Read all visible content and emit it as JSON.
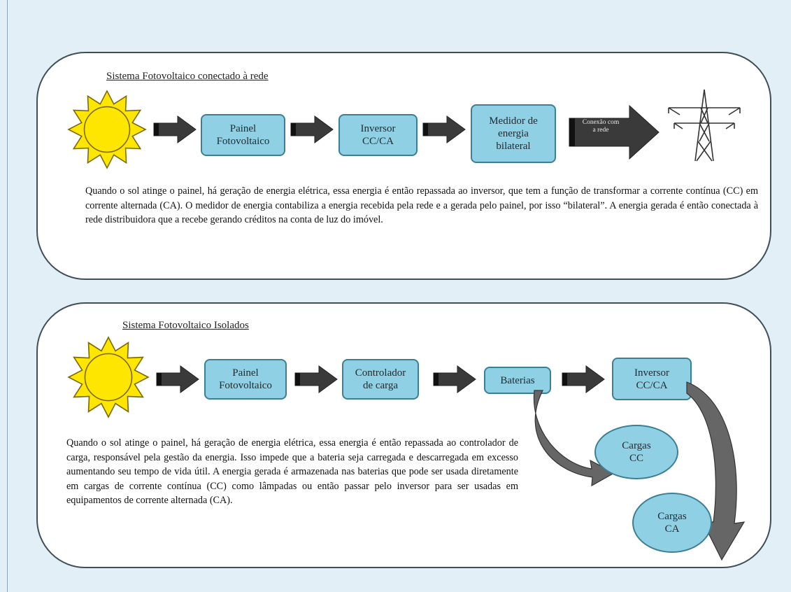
{
  "colors": {
    "background": "#e2eff6",
    "box_fill": "#8fd0e4",
    "box_border": "#3c7f94",
    "sun_fill": "#ffe600",
    "arrow": "#3a3a3a"
  },
  "grid": {
    "title": "Sistema Fotovoltaico  conectado à rede",
    "sun_icon": "sun-icon",
    "nodes": [
      "Painel\nFotovoltaico",
      "Inversor\nCC/CA",
      "Medidor de\nenergia\nbilateral"
    ],
    "connection_label": "Conexão com\na rede",
    "tower_icon": "transmission-tower-icon",
    "description": "Quando o sol atinge o painel, há geração de energia elétrica, essa energia é então repassada ao inversor, que tem a função de transformar a corrente contínua (CC) em corrente alternada (CA). O medidor de energia contabiliza a energia recebida pela rede e a gerada pelo painel, por isso “bilateral”. A energia gerada é então conectada à rede distribuidora que a recebe gerando créditos na conta de luz do imóvel."
  },
  "isolated": {
    "title": "Sistema Fotovoltaico  Isolados",
    "sun_icon": "sun-icon",
    "nodes": [
      "Painel\nFotovoltaico",
      "Controlador\nde carga",
      "Baterias",
      "Inversor\nCC/CA"
    ],
    "loads": [
      "Cargas\nCC",
      "Cargas\nCA"
    ],
    "description": "Quando o sol atinge o painel, há geração de energia elétrica, essa energia é então repassada ao controlador de carga, responsável pela gestão da energia. Isso impede que a bateria seja carregada e descarregada em excesso aumentando seu tempo de vida útil. A energia gerada é armazenada nas baterias que pode ser usada diretamente em cargas de corrente contínua (CC) como lâmpadas ou então passar pelo inversor para ser usadas em equipamentos de corrente alternada (CA)."
  }
}
